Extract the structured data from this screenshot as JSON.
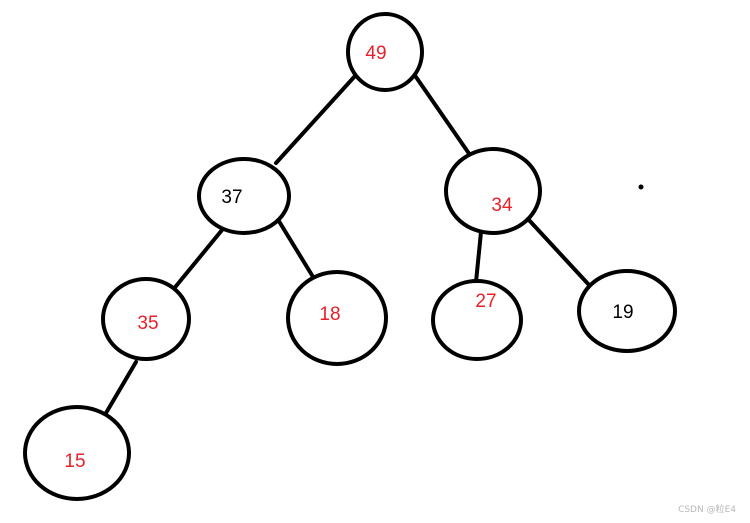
{
  "tree": {
    "nodes": [
      {
        "id": "n49",
        "label": "49",
        "color": "#e8202a"
      },
      {
        "id": "n37",
        "label": "37",
        "color": "#000000"
      },
      {
        "id": "n34",
        "label": "34",
        "color": "#e8202a"
      },
      {
        "id": "n35",
        "label": "35",
        "color": "#e8202a"
      },
      {
        "id": "n18",
        "label": "18",
        "color": "#e8202a"
      },
      {
        "id": "n27",
        "label": "27",
        "color": "#e8202a"
      },
      {
        "id": "n19",
        "label": "19",
        "color": "#000000"
      },
      {
        "id": "n15",
        "label": "15",
        "color": "#e8202a"
      }
    ],
    "edges": [
      {
        "from": "n49",
        "to": "n37"
      },
      {
        "from": "n49",
        "to": "n34"
      },
      {
        "from": "n37",
        "to": "n35"
      },
      {
        "from": "n37",
        "to": "n18"
      },
      {
        "from": "n34",
        "to": "n27"
      },
      {
        "from": "n34",
        "to": "n19"
      },
      {
        "from": "n35",
        "to": "n15"
      }
    ]
  },
  "watermark": "CSDN @粒E4"
}
